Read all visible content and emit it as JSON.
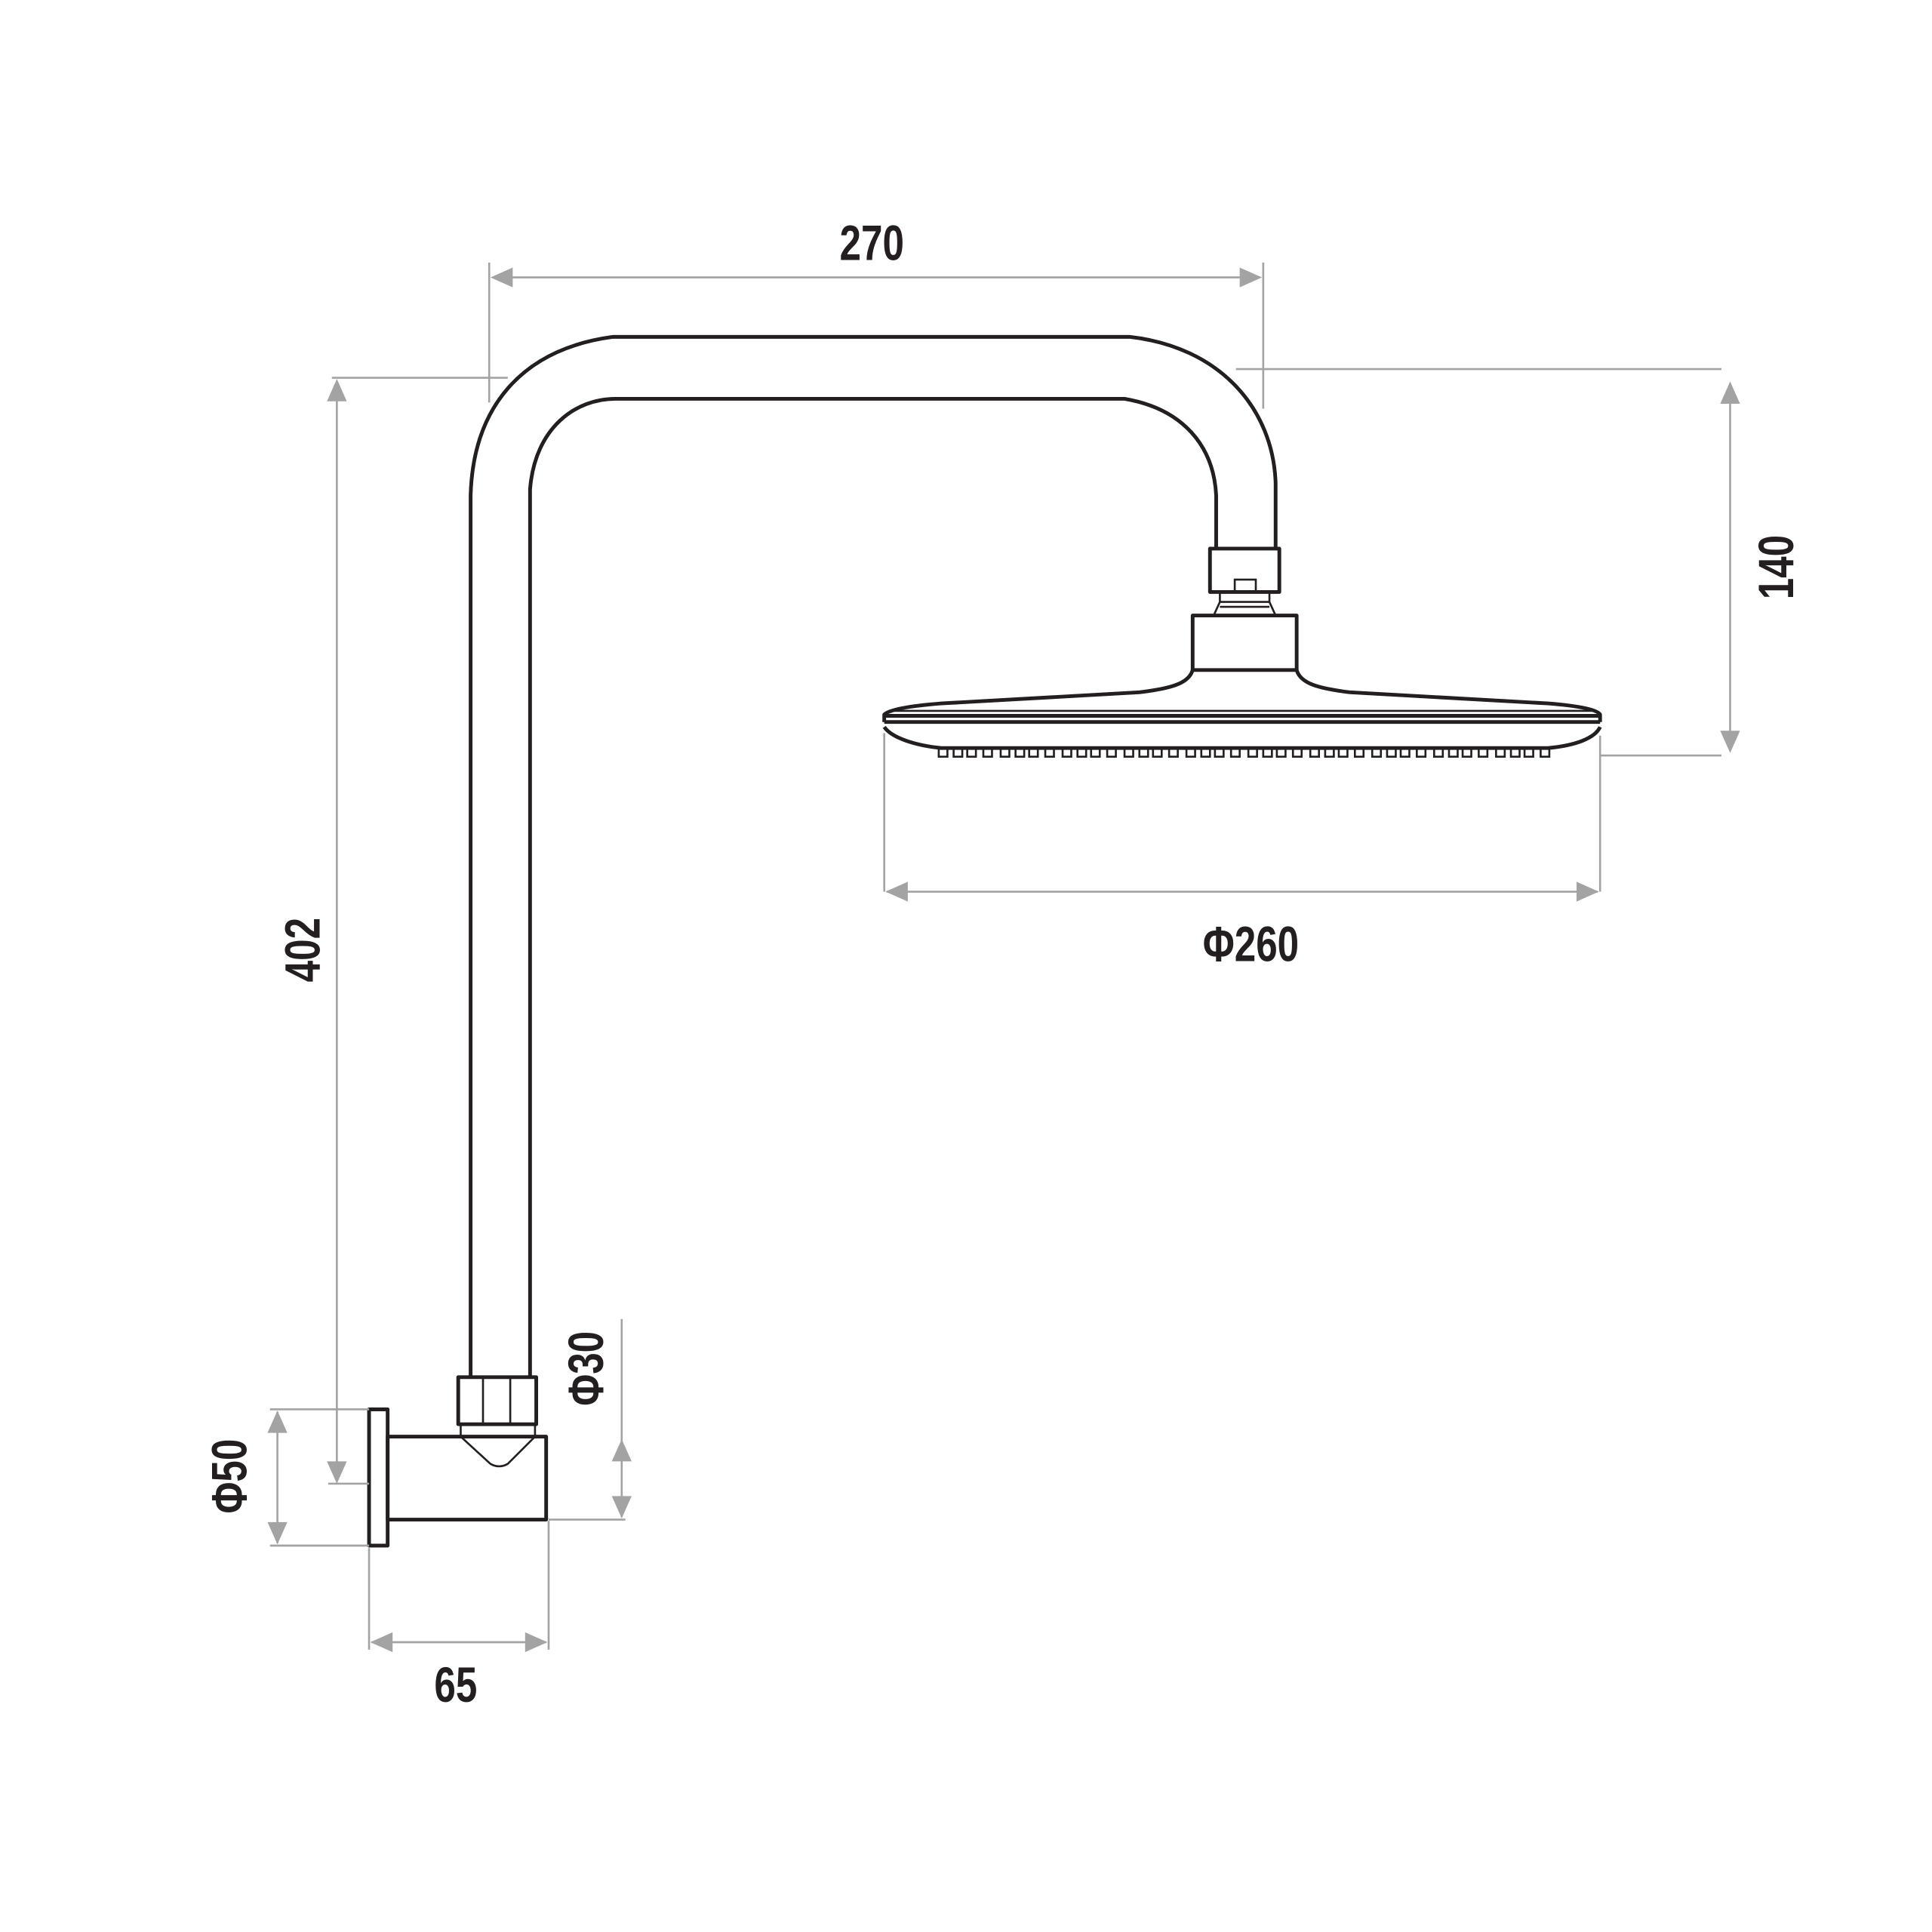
{
  "dimensions": {
    "arm_reach": "270",
    "arm_height": "402",
    "head_height": "140",
    "head_diameter": "Φ260",
    "pipe_diameter": "Φ30",
    "flange_diameter": "Φ50",
    "flange_depth": "65"
  },
  "colors": {
    "line": "#231f20",
    "dimension": "#a3a3a3"
  }
}
